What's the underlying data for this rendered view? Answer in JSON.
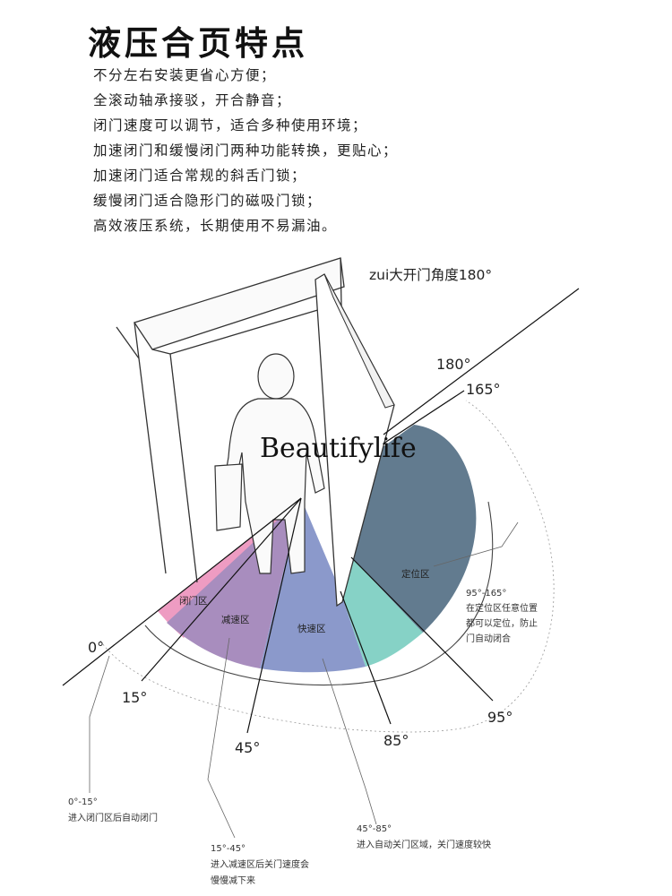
{
  "title": "液压合页特点",
  "features": [
    "不分左右安装更省心方便；",
    "全滚动轴承接驳，开合静音；",
    "闭门速度可以调节，适合多种使用环境；",
    "加速闭门和缓慢闭门两种功能转换，更贴心；",
    "加速闭门适合常规的斜舌门锁；",
    "缓慢闭门适合隐形门的磁吸门锁；",
    "高效液压系统，长期使用不易漏油。"
  ],
  "diagram": {
    "max_angle_label": "zui大开门角度180°",
    "watermark": "Beautifylife",
    "angles": [
      "0°",
      "15°",
      "45°",
      "85°",
      "95°",
      "165°",
      "180°"
    ],
    "zones": [
      {
        "label": "闭门区",
        "color": "#ee9cc2"
      },
      {
        "label": "减速区",
        "color": "#a88dbe"
      },
      {
        "label": "快速区",
        "color": "#8b99cb"
      },
      {
        "label": "定位区",
        "color": "#627b8f"
      },
      {
        "label": "",
        "color": "#86d2c6"
      }
    ],
    "notes": {
      "close": {
        "range": "0°-15°",
        "text": "进入闭门区后自动闭门"
      },
      "slow": {
        "range": "15°-45°",
        "line1": "进入减速区后关门速度会",
        "line2": "慢慢减下来"
      },
      "fast": {
        "range": "45°-85°",
        "text": "进入自动关门区域，关门速度较快"
      },
      "position": {
        "range": "95°-165°",
        "line1": "在定位区任意位置",
        "line2": "都可以定位，防止",
        "line3": "门自动闭合"
      }
    }
  }
}
